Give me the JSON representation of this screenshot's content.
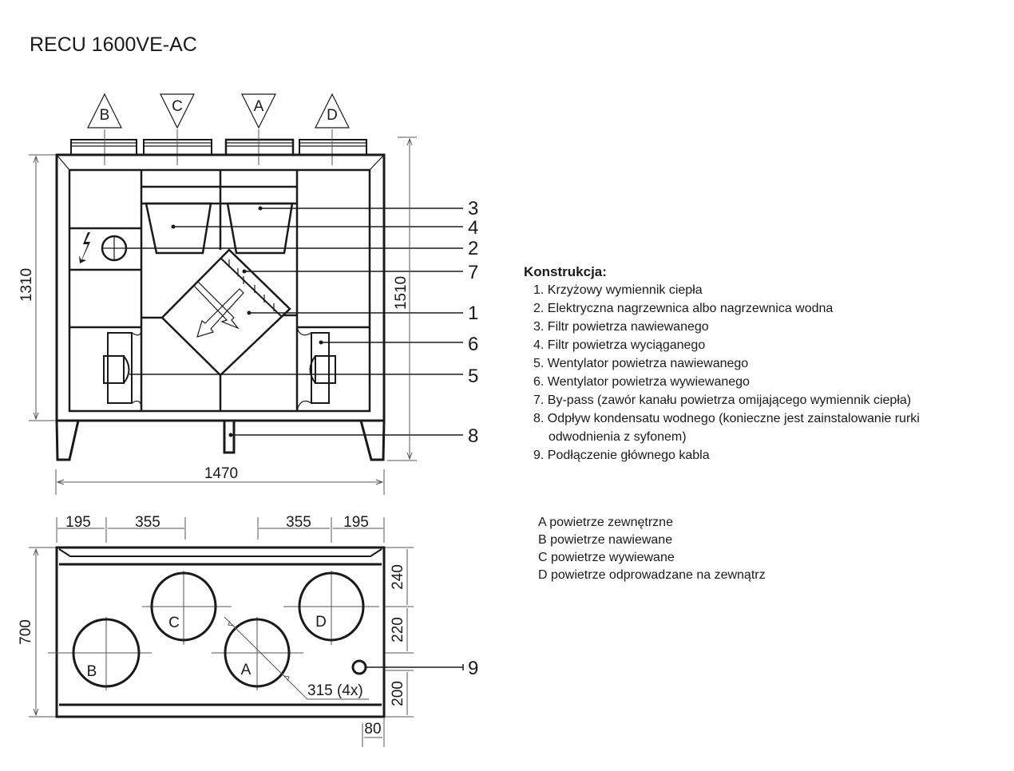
{
  "title": "RECU 1600VE-AC",
  "construction": {
    "heading": "Konstrukcja:",
    "items": [
      "1. Krzyżowy wymiennik ciepła",
      "2. Elektryczna nagrzewnica albo nagrzewnica wodna",
      "3. Filtr powietrza nawiewanego",
      "4. Filtr powietrza wyciąganego",
      "5. Wentylator powietrza nawiewanego",
      "6. Wentylator powietrza wywiewanego",
      "7. By-pass (zawór kanału powietrza omijającego wymiennik ciepła)",
      "8. Odpływ kondensatu wodnego (konieczne jest zainstalowanie rurki",
      "odwodnienia z syfonem)",
      "9. Podłączenie głównego kabla"
    ]
  },
  "air_legend": [
    "A  powietrze zewnętrzne",
    "B  powietrze nawiewane",
    "C  powietrze wywiewane",
    "D  powietrze odprowadzane na zewnątrz"
  ],
  "front_view": {
    "port_labels": [
      "B",
      "C",
      "A",
      "D"
    ],
    "callouts": [
      "3",
      "4",
      "2",
      "7",
      "1",
      "6",
      "5",
      "8"
    ],
    "dims": {
      "height": "1310",
      "total_height": "1510",
      "width": "1470"
    }
  },
  "top_view": {
    "port_labels": [
      "B",
      "C",
      "A",
      "D"
    ],
    "callout": "9",
    "dims": {
      "left_195": "195",
      "left_355": "355",
      "right_355": "355",
      "right_195": "195",
      "depth": "700",
      "d240": "240",
      "d220": "220",
      "d200": "200",
      "d80": "80",
      "diameter": "315 (4x)"
    }
  }
}
